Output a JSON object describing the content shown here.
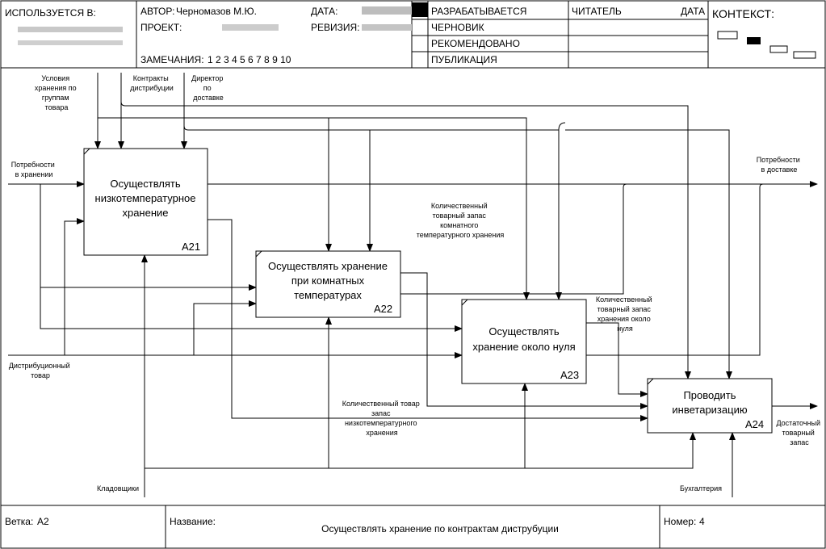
{
  "header": {
    "used_in": "ИСПОЛЬЗУЕТСЯ В:",
    "author_label": "АВТОР:",
    "author_value": "Черномазов М.Ю.",
    "date_label": "ДАТА:",
    "project_label": "ПРОЕКТ:",
    "revision_label": "РЕВИЗИЯ:",
    "notes_label": "ЗАМЕЧАНИЯ:",
    "notes_numbers": "1 2 3 4 5 6 7 8 9 10",
    "status": [
      "РАЗРАБАТЫВАЕТСЯ",
      "ЧЕРНОВИК",
      "РЕКОМЕНДОВАНО",
      "ПУБЛИКАЦИЯ"
    ],
    "reader_label": "ЧИТАТЕЛЬ",
    "reader_date_label": "ДАТА",
    "context_label": "КОНТЕКСТ:"
  },
  "boxes": [
    {
      "id": "a21",
      "lines": [
        "Осуществлять",
        "низкотемпературное",
        "хранение"
      ],
      "number": "A21"
    },
    {
      "id": "a22",
      "lines": [
        "Осуществлять хранение",
        "при комнатных",
        "температурах"
      ],
      "number": "A22"
    },
    {
      "id": "a23",
      "lines": [
        "Осуществлять",
        "хранение около нуля"
      ],
      "number": "A23"
    },
    {
      "id": "a24",
      "lines": [
        "Проводить",
        "инветаризацию"
      ],
      "number": "A24"
    }
  ],
  "labels": {
    "storage_conditions": [
      "Условия",
      "хранения по",
      "группам",
      "товара"
    ],
    "distribution_contracts": [
      "Контракты",
      "дистрибуции"
    ],
    "delivery_director": [
      "Директор",
      "по",
      "доставке"
    ],
    "storage_needs": [
      "Потребности",
      "в хранении"
    ],
    "delivery_needs": [
      "Потребности",
      "в доставке"
    ],
    "room_temp_stock": [
      "Количественный",
      "товарный запас",
      "комнатного",
      "температурного хранения"
    ],
    "near_zero_stock": [
      "Количественный",
      "товарный запас",
      "хранения около",
      "нуля"
    ],
    "distribution_goods": [
      "Дистрибуционный",
      "товар"
    ],
    "low_temp_stock": [
      "Количественный товар",
      "запас",
      "низкотемпературного",
      "хранения"
    ],
    "sufficient_stock": [
      "Достаточный",
      "товарный",
      "запас"
    ],
    "storekeepers": [
      "Кладовщики"
    ],
    "accounting": [
      "Бухгалтерия"
    ]
  },
  "footer": {
    "node_label": "Ветка:",
    "node_value": "A2",
    "title_label": "Название:",
    "title_value": "Осуществлять хранение по контрактам диструбуции",
    "number_label": "Номер:",
    "number_value": "4"
  }
}
